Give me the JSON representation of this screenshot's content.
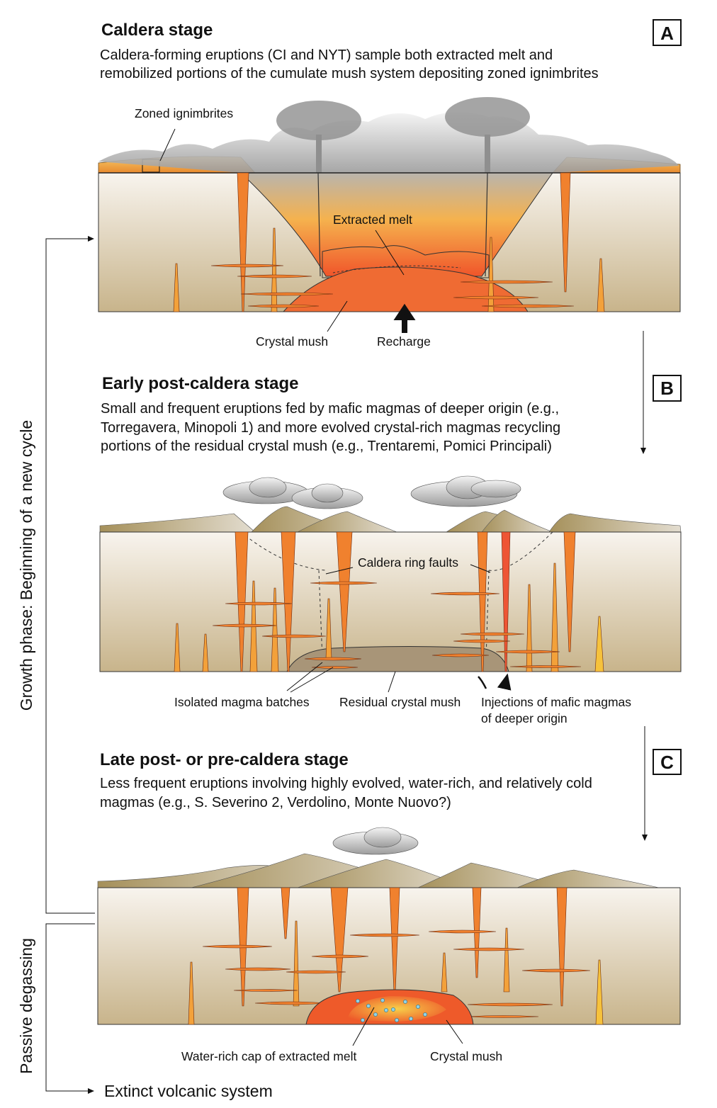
{
  "panels": [
    {
      "letter": "A",
      "title": "Caldera stage",
      "description": [
        "Caldera-forming eruptions (CI and NYT) sample both extracted melt and",
        "remobilized portions of the cumulate mush system depositing zoned ignimbrites"
      ],
      "labels": {
        "zoned": "Zoned ignimbrites",
        "melt": "Extracted melt",
        "mush": "Crystal mush",
        "recharge": "Recharge"
      }
    },
    {
      "letter": "B",
      "title": "Early post-caldera stage",
      "description": [
        "Small and frequent eruptions fed by mafic magmas of deeper origin (e.g.,",
        "Torregavera, Minopoli 1) and more evolved crystal-rich magmas recycling",
        "portions of the residual crystal mush (e.g., Trentaremi, Pomici Principali)"
      ],
      "labels": {
        "faults": "Caldera ring faults",
        "batches": "Isolated magma batches",
        "residual": "Residual crystal mush",
        "injections1": "Injections of mafic magmas",
        "injections2": "of deeper origin"
      }
    },
    {
      "letter": "C",
      "title": "Late post- or pre-caldera stage",
      "description": [
        "Less frequent eruptions involving highly evolved, water-rich, and relatively cold",
        "magmas (e.g., S. Severino 2, Verdolino, Monte Nuovo?)"
      ],
      "labels": {
        "cap": "Water-rich cap of extracted melt",
        "mush": "Crystal mush"
      }
    }
  ],
  "side": {
    "growth": "Growth phase: Beginning of a new cycle",
    "passive": "Passive degassing",
    "extinct": "Extinct volcanic system"
  },
  "colors": {
    "magma": "#f0812e",
    "melt": "#f5a23a",
    "mush": "#ee5a2a",
    "crust_top": "#f7f2ea",
    "crust_bottom": "#c9b58c"
  }
}
